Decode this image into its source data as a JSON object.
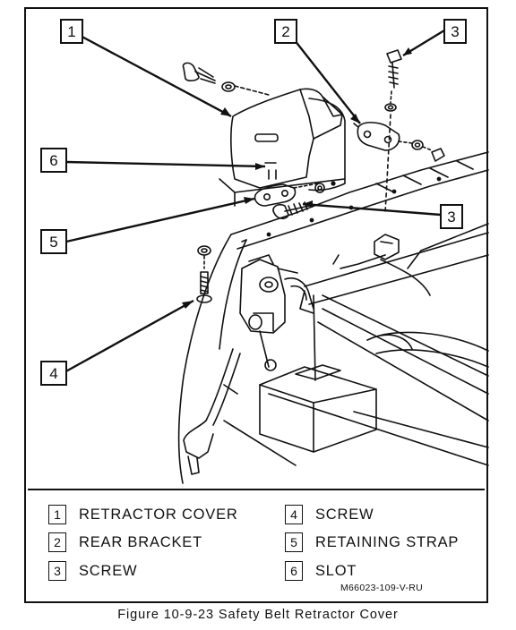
{
  "figure": {
    "caption": "Figure 10-9-23 Safety Belt Retractor Cover",
    "reference_code": "M66023-109-V-RU"
  },
  "callouts": {
    "c1": "1",
    "c2": "2",
    "c3_top": "3",
    "c3_mid": "3",
    "c4": "4",
    "c5": "5",
    "c6": "6"
  },
  "legend": [
    {
      "num": "1",
      "label": "RETRACTOR COVER"
    },
    {
      "num": "2",
      "label": "REAR BRACKET"
    },
    {
      "num": "3",
      "label": "SCREW"
    },
    {
      "num": "4",
      "label": "SCREW"
    },
    {
      "num": "5",
      "label": "RETAINING STRAP"
    },
    {
      "num": "6",
      "label": "SLOT"
    }
  ]
}
